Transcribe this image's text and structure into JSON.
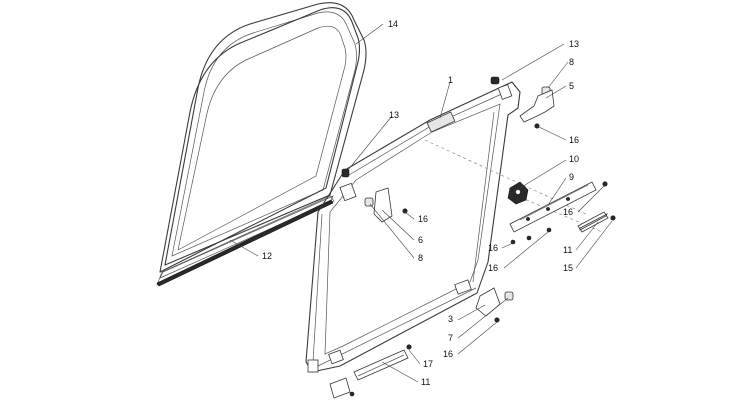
{
  "callouts": [
    {
      "id": "c-14",
      "text": "14"
    },
    {
      "id": "c-13a",
      "text": "13"
    },
    {
      "id": "c-1",
      "text": "1"
    },
    {
      "id": "c-8a",
      "text": "8"
    },
    {
      "id": "c-5",
      "text": "5"
    },
    {
      "id": "c-16a",
      "text": "16"
    },
    {
      "id": "c-13b",
      "text": "13"
    },
    {
      "id": "c-10",
      "text": "10"
    },
    {
      "id": "c-9",
      "text": "9"
    },
    {
      "id": "c-16b",
      "text": "16"
    },
    {
      "id": "c-6",
      "text": "6"
    },
    {
      "id": "c-8b",
      "text": "8"
    },
    {
      "id": "c-16c",
      "text": "16"
    },
    {
      "id": "c-16d",
      "text": "16"
    },
    {
      "id": "c-11a",
      "text": "11"
    },
    {
      "id": "c-16e",
      "text": "16"
    },
    {
      "id": "c-15",
      "text": "15"
    },
    {
      "id": "c-12",
      "text": "12"
    },
    {
      "id": "c-3",
      "text": "3"
    },
    {
      "id": "c-7",
      "text": "7"
    },
    {
      "id": "c-16f",
      "text": "16"
    },
    {
      "id": "c-17",
      "text": "17"
    },
    {
      "id": "c-11b",
      "text": "11"
    }
  ]
}
